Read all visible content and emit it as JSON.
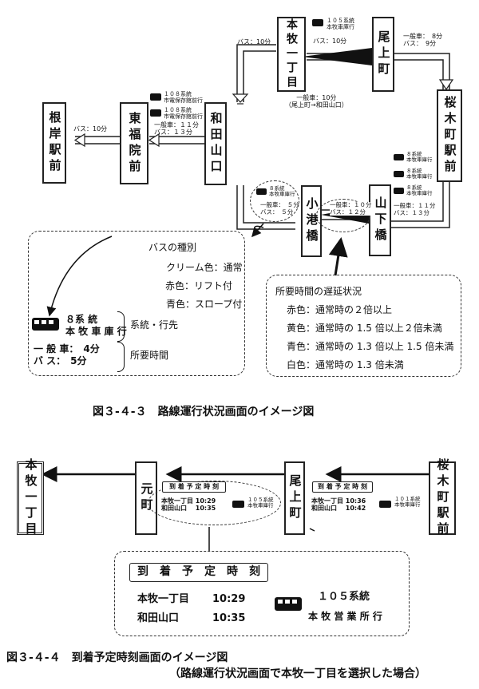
{
  "fig1": {
    "stops": {
      "honmoku": "本牧一丁目",
      "onoe": "尾上町",
      "sakuragicho": "桜木町駅前",
      "wadayama": "和田山口",
      "tofukuin": "東福院前",
      "negishi": "根岸駅前",
      "kominato": "小港橋",
      "yamashita": "山下橋"
    },
    "labels": {
      "bus10_top": "バス：10分",
      "bus10_mid": "バス：10分",
      "bus10_left": "バス：10分",
      "onoe_sakura_1": "一般車：　8分",
      "onoe_sakura_2": "バス：　9分",
      "honmoku_onoe_1": "一般車：10分",
      "honmoku_onoe_2": "（尾上町→和田山口）",
      "bus105_1": "１０５系統",
      "bus105_2": "本牧車庫行",
      "bus108a_1": "１０８系統",
      "bus108a_2": "市電保存館前行",
      "bus108b_1": "１０８系統",
      "bus108b_2": "市電保存館前行",
      "toku_wada_1": "一般車：１１分",
      "toku_wada_2": "バス：１３分",
      "bus8_kominato_1": "８系統",
      "bus8_kominato_2": "本牧車庫行",
      "kominato_t1": "一般車：　５分",
      "kominato_t2": "バス：　５分",
      "yamashita_t1": "一般車：１０分",
      "yamashita_t2": "バス：１２分",
      "right_bus_a1": "８系統",
      "right_bus_a2": "本牧車庫行",
      "right_bus_b1": "８系統",
      "right_bus_b2": "本牧車庫行",
      "right_bus_c1": "８系統",
      "right_bus_c2": "本牧車庫行",
      "right_t1": "一般車：１１分",
      "right_t2": "バス：１３分"
    },
    "legend_bus": {
      "title": "バスの種別",
      "l1": "クリーム色：通常",
      "l2": "赤色：リフト付",
      "l3": "青色：スロープ付",
      "bus_line1": "８系 統",
      "bus_line2": "本 牧 車 庫 行",
      "note_system": "系統・行先",
      "time1": "一 般 車：　4分",
      "time2": "バ ス：　5分",
      "note_time": "所要時間"
    },
    "legend_delay": {
      "title": "所要時間の遅延状況",
      "l1": "赤色：通常時の２倍以上",
      "l2": "黄色：通常時の 1.5 倍以上２倍未満",
      "l3": "青色：通常時の 1.3 倍以上 1.5 倍未満",
      "l4": "白色：通常時の 1.3 倍未満"
    },
    "caption": "図３-４-３　路線運行状況画面のイメージ図"
  },
  "fig2": {
    "stops": {
      "honmoku": "本牧一丁目",
      "motomachi": "元町",
      "onoe": "尾上町",
      "sakuragicho": "桜木町駅前"
    },
    "small_left": {
      "title": "到 着 予 定 時 刻",
      "r1": "本牧一丁目 10:29",
      "r2": "和田山口　 10:35",
      "bus1": "１０５系統",
      "bus2": "本牧車庫行"
    },
    "small_right": {
      "title": "到 着 予 定 時 刻",
      "r1": "本牧一丁目 10:36",
      "r2": "和田山口　 10:42",
      "bus1": "１０１系統",
      "bus2": "本牧車庫行"
    },
    "large": {
      "title": "到　着　予　定　時　刻",
      "r1_stop": "本牧一丁目",
      "r1_time": "10:29",
      "r2_stop": "和田山口",
      "r2_time": "10:35",
      "bus1": "１０５系統",
      "bus2": "本 牧 営 業 所 行"
    },
    "caption1": "図３-４-４　到着予定時刻画面のイメージ図",
    "caption2": "（路線運行状況画面で本牧一丁目を選択した場合）"
  }
}
